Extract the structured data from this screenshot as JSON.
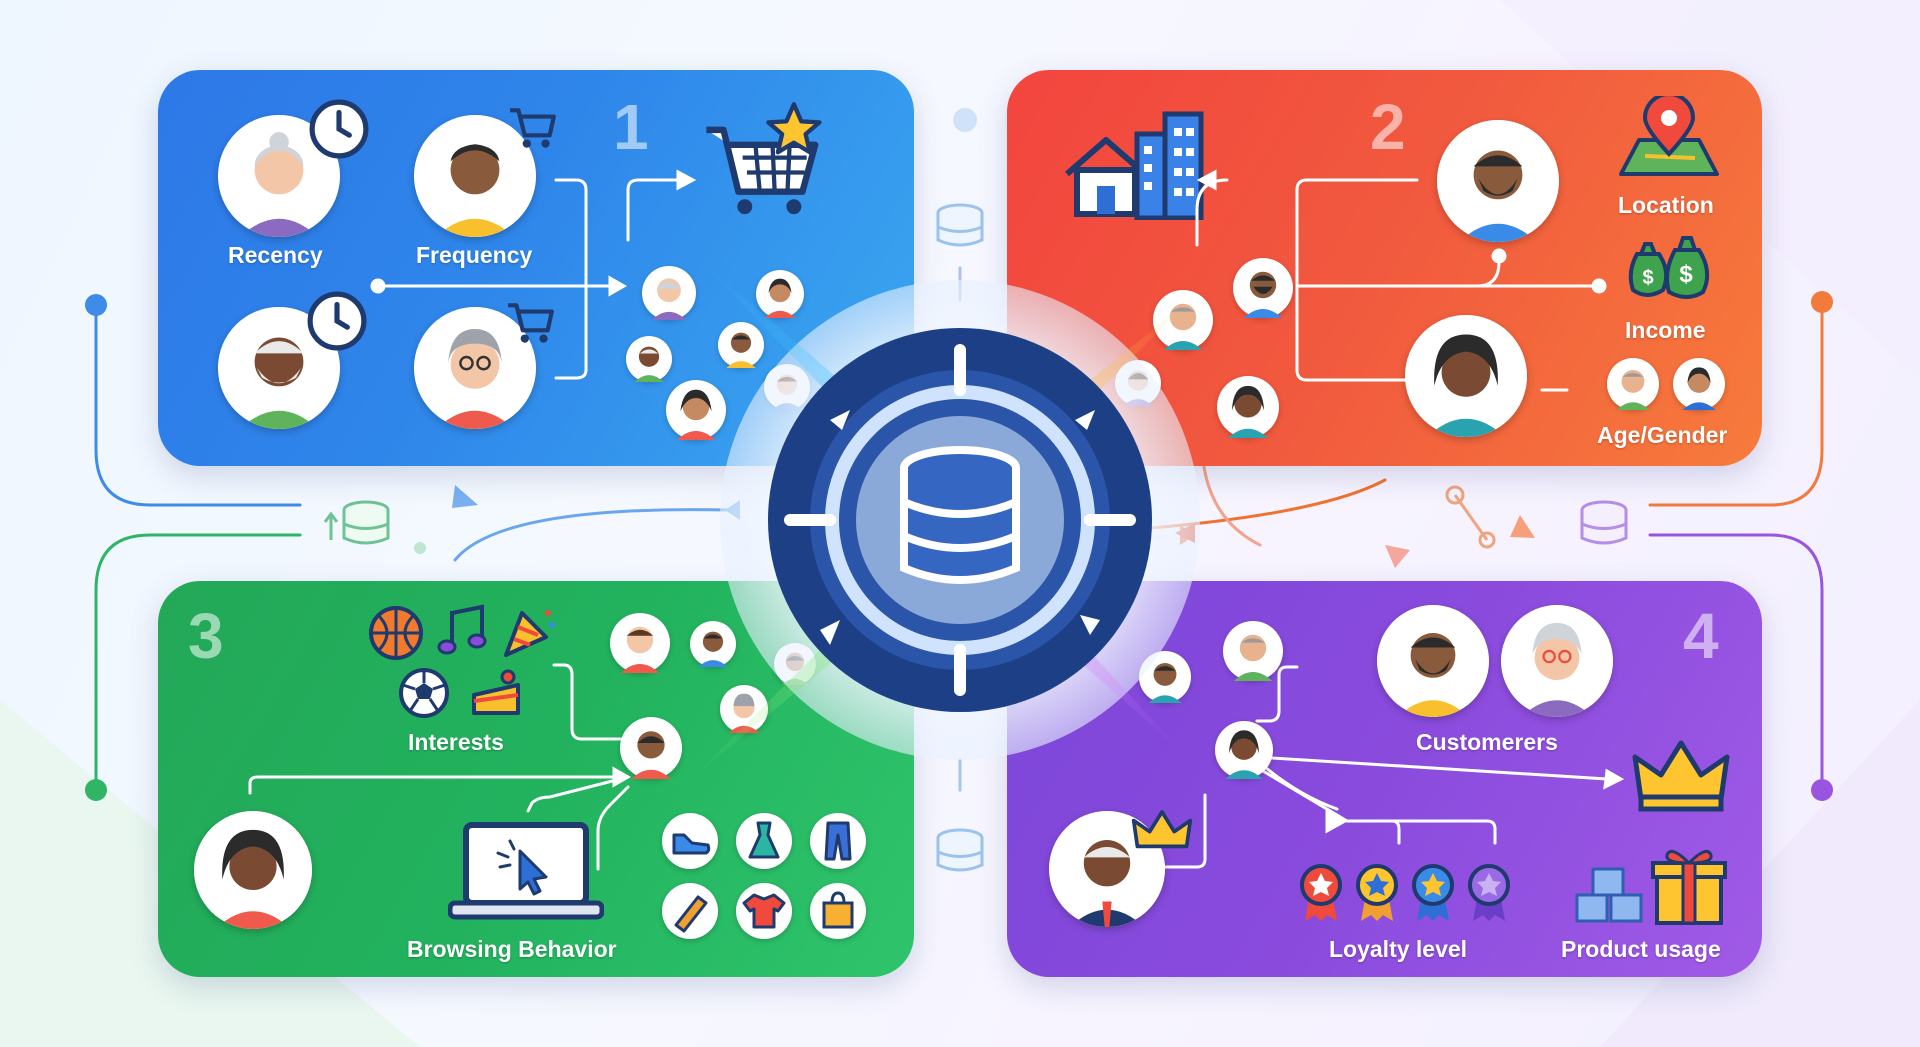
{
  "panels": {
    "p1": {
      "number": "1",
      "recency_label": "Recency",
      "frequency_label": "Frequency"
    },
    "p2": {
      "number": "2",
      "location_label": "Location",
      "income_label": "Income",
      "age_gender_label": "Age/Gender"
    },
    "p3": {
      "number": "3",
      "interests_label": "Interests",
      "browsing_label": "Browsing Behavior"
    },
    "p4": {
      "number": "4",
      "customers_label": "Customerers",
      "loyalty_label": "Loyalty level",
      "product_usage_label": "Product usage"
    }
  },
  "colors": {
    "blue": "#2f80ea",
    "red": "#f2453e",
    "green": "#23ad5c",
    "purple": "#8a4bdd",
    "hub": "#1d3f86"
  },
  "icons": [
    "clock-icon",
    "shopping-cart-icon",
    "cart-star-icon",
    "house-icon",
    "building-icon",
    "map-pin-icon",
    "money-bag-icon",
    "crown-icon",
    "gift-icon",
    "boxes-icon",
    "medal-icon",
    "laptop-icon",
    "cursor-icon",
    "basketball-icon",
    "music-note-icon",
    "party-popper-icon",
    "soccer-ball-icon",
    "cake-icon",
    "sneaker-icon",
    "dress-icon",
    "pants-icon",
    "shirt-icon",
    "shopping-bag-icon",
    "database-icon",
    "target-icon"
  ]
}
